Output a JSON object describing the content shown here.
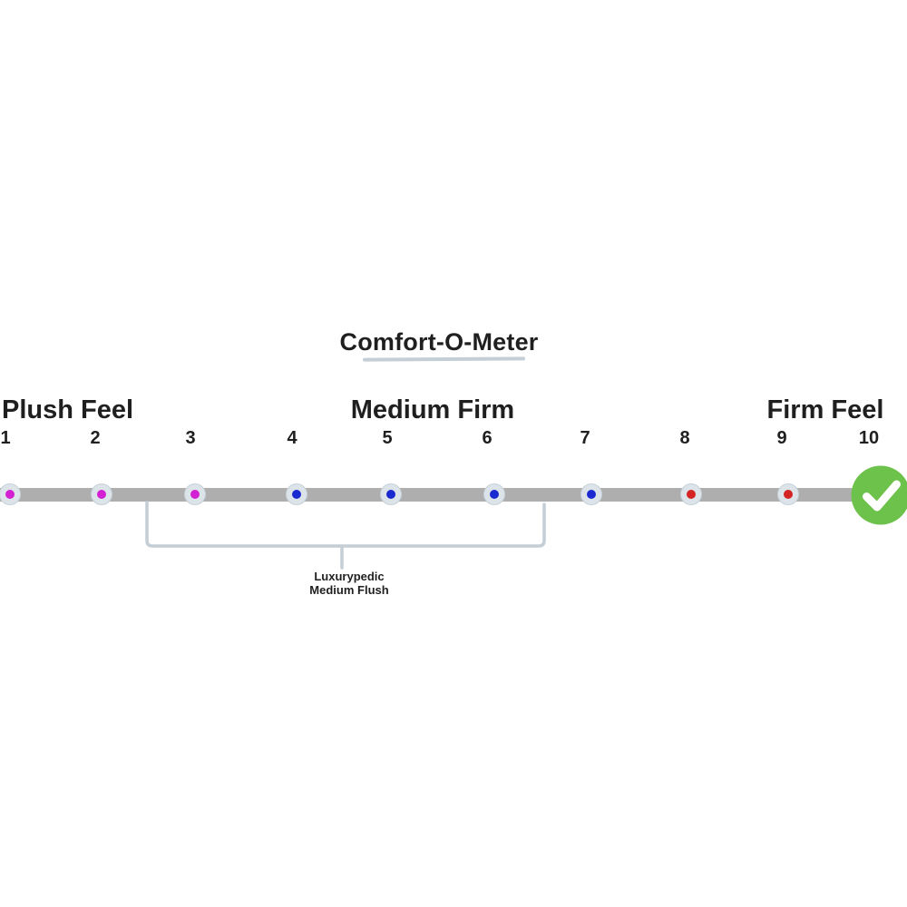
{
  "title": "Comfort-O-Meter",
  "axis": {
    "left_label": "Plush Feel",
    "center_label": "Medium Firm",
    "right_label": "Firm Feel"
  },
  "scale": {
    "min": "1",
    "max": "10",
    "points": [
      {
        "label": "1",
        "marker": "dot",
        "color": "magenta"
      },
      {
        "label": "2",
        "marker": "dot",
        "color": "magenta"
      },
      {
        "label": "3",
        "marker": "dot",
        "color": "magenta"
      },
      {
        "label": "4",
        "marker": "dot",
        "color": "blue"
      },
      {
        "label": "5",
        "marker": "dot",
        "color": "blue"
      },
      {
        "label": "6",
        "marker": "dot",
        "color": "blue"
      },
      {
        "label": "7",
        "marker": "dot",
        "color": "blue"
      },
      {
        "label": "8",
        "marker": "dot",
        "color": "red"
      },
      {
        "label": "9",
        "marker": "dot",
        "color": "red"
      },
      {
        "label": "10",
        "marker": "check",
        "color": "green"
      }
    ]
  },
  "annotation": {
    "line1": "Luxurypedic",
    "line2": "Medium Flush"
  },
  "icons": {
    "check": "check-icon"
  },
  "colors": {
    "bar": "#aeaeae",
    "dot_outer": "#dde4e9",
    "magenta": "#d220d2",
    "blue": "#1b2ad0",
    "red": "#d42424",
    "green": "#6cc24a",
    "check_stroke": "#ffffff",
    "bracket": "#c3ced6",
    "underline": "#c3ced6",
    "text": "#1f1f1f"
  }
}
